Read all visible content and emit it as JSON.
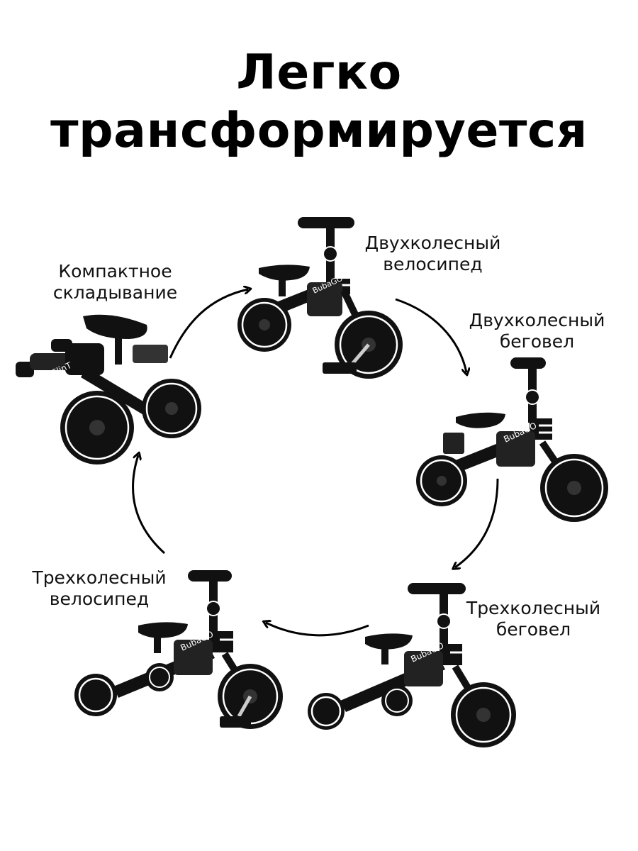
{
  "title": {
    "line1": "Легко",
    "line2": "трансформируется"
  },
  "modes": [
    {
      "line1": "Двухколесный",
      "line2": "велосипед"
    },
    {
      "line1": "Двухколесный",
      "line2": "беговел"
    },
    {
      "line1": "Трехколесный",
      "line2": "беговел"
    },
    {
      "line1": "Трехколесный",
      "line2": "велосипед"
    },
    {
      "line1": "Компактное",
      "line2": "складывание"
    }
  ],
  "brand": "BubaGO",
  "colors": {
    "frame": "#111111",
    "wheel_rim": "#ffffff",
    "accent": "#000000",
    "background": "#ffffff"
  },
  "icons": {
    "arrow": "curved-arrow-icon",
    "bike": "balance-bike-icon"
  }
}
